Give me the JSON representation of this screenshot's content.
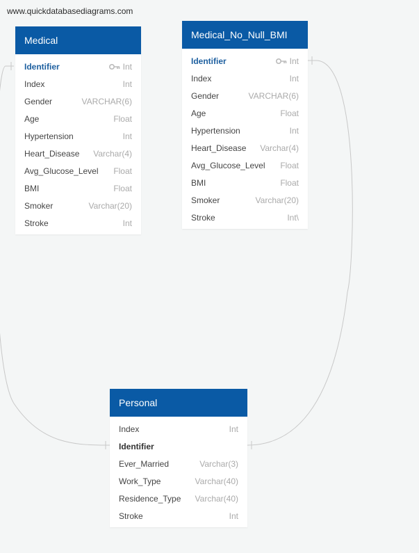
{
  "watermark": "www.quickdatabasediagrams.com",
  "tables": {
    "medical": {
      "title": "Medical",
      "fields": [
        {
          "name": "Identifier",
          "type": "Int"
        },
        {
          "name": "Index",
          "type": "Int"
        },
        {
          "name": "Gender",
          "type": "VARCHAR(6)"
        },
        {
          "name": "Age",
          "type": "Float"
        },
        {
          "name": "Hypertension",
          "type": "Int"
        },
        {
          "name": "Heart_Disease",
          "type": "Varchar(4)"
        },
        {
          "name": "Avg_Glucose_Level",
          "type": "Float"
        },
        {
          "name": "BMI",
          "type": "Float"
        },
        {
          "name": "Smoker",
          "type": "Varchar(20)"
        },
        {
          "name": "Stroke",
          "type": "Int"
        }
      ]
    },
    "medical_no_null_bmi": {
      "title": "Medical_No_Null_BMI",
      "fields": [
        {
          "name": "Identifier",
          "type": "Int"
        },
        {
          "name": "Index",
          "type": "Int"
        },
        {
          "name": "Gender",
          "type": "VARCHAR(6)"
        },
        {
          "name": "Age",
          "type": "Float"
        },
        {
          "name": "Hypertension",
          "type": "Int"
        },
        {
          "name": "Heart_Disease",
          "type": "Varchar(4)"
        },
        {
          "name": "Avg_Glucose_Level",
          "type": "Float"
        },
        {
          "name": "BMI",
          "type": "Float"
        },
        {
          "name": "Smoker",
          "type": "Varchar(20)"
        },
        {
          "name": "Stroke",
          "type": "Int\\"
        }
      ]
    },
    "personal": {
      "title": "Personal",
      "fields": [
        {
          "name": "Index",
          "type": "Int"
        },
        {
          "name": "Identifier",
          "type": ""
        },
        {
          "name": "Ever_Married",
          "type": "Varchar(3)"
        },
        {
          "name": "Work_Type",
          "type": "Varchar(40)"
        },
        {
          "name": "Residence_Type",
          "type": "Varchar(40)"
        },
        {
          "name": "Stroke",
          "type": "Int"
        }
      ]
    }
  },
  "icons": {
    "primary_key": "key-icon"
  },
  "colors": {
    "header": "#0a5aa5",
    "pk_text": "#1d5f9f",
    "link": "#c8c8c8"
  }
}
